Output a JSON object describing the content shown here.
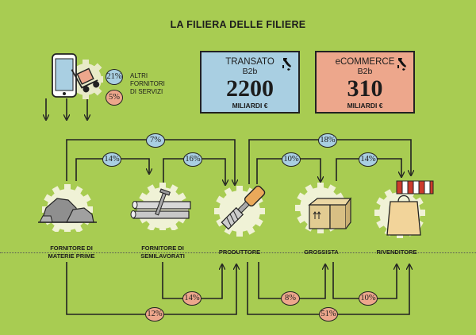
{
  "title": "LA FILIERA DELLE FILIERE",
  "services": {
    "percent_top": "21%",
    "percent_bottom": "5%",
    "label_lines": [
      "ALTRI",
      "FORNITORI",
      "DI SERVIZI"
    ]
  },
  "boxes": [
    {
      "header": "TRANSATO",
      "sub": "B2b",
      "value": "2200",
      "unit": "MILIARDI €",
      "color": "#a9cfe2"
    },
    {
      "header": "eCOMMERCE",
      "sub": "B2b",
      "value": "310",
      "unit": "MILIARDI €",
      "color": "#eda78c"
    }
  ],
  "nodes": [
    {
      "label_lines": [
        "FORNITORE DI",
        "MATERIE PRIME"
      ]
    },
    {
      "label_lines": [
        "FORNITORE DI",
        "SEMILAVORATI"
      ]
    },
    {
      "label_lines": [
        "PRODUTTORE"
      ]
    },
    {
      "label_lines": [
        "GROSSISTA"
      ]
    },
    {
      "label_lines": [
        "RIVENDITORE"
      ]
    }
  ],
  "flows_top": [
    "7%",
    "14%",
    "16%",
    "18%",
    "10%",
    "14%"
  ],
  "flows_bottom": [
    "14%",
    "12%",
    "8%",
    "51%",
    "10%"
  ],
  "colors": {
    "background": "#a8cc52",
    "blue": "#a9cfe2",
    "pink": "#eda78c",
    "line": "#222222",
    "gear": "#f0f2d6"
  }
}
